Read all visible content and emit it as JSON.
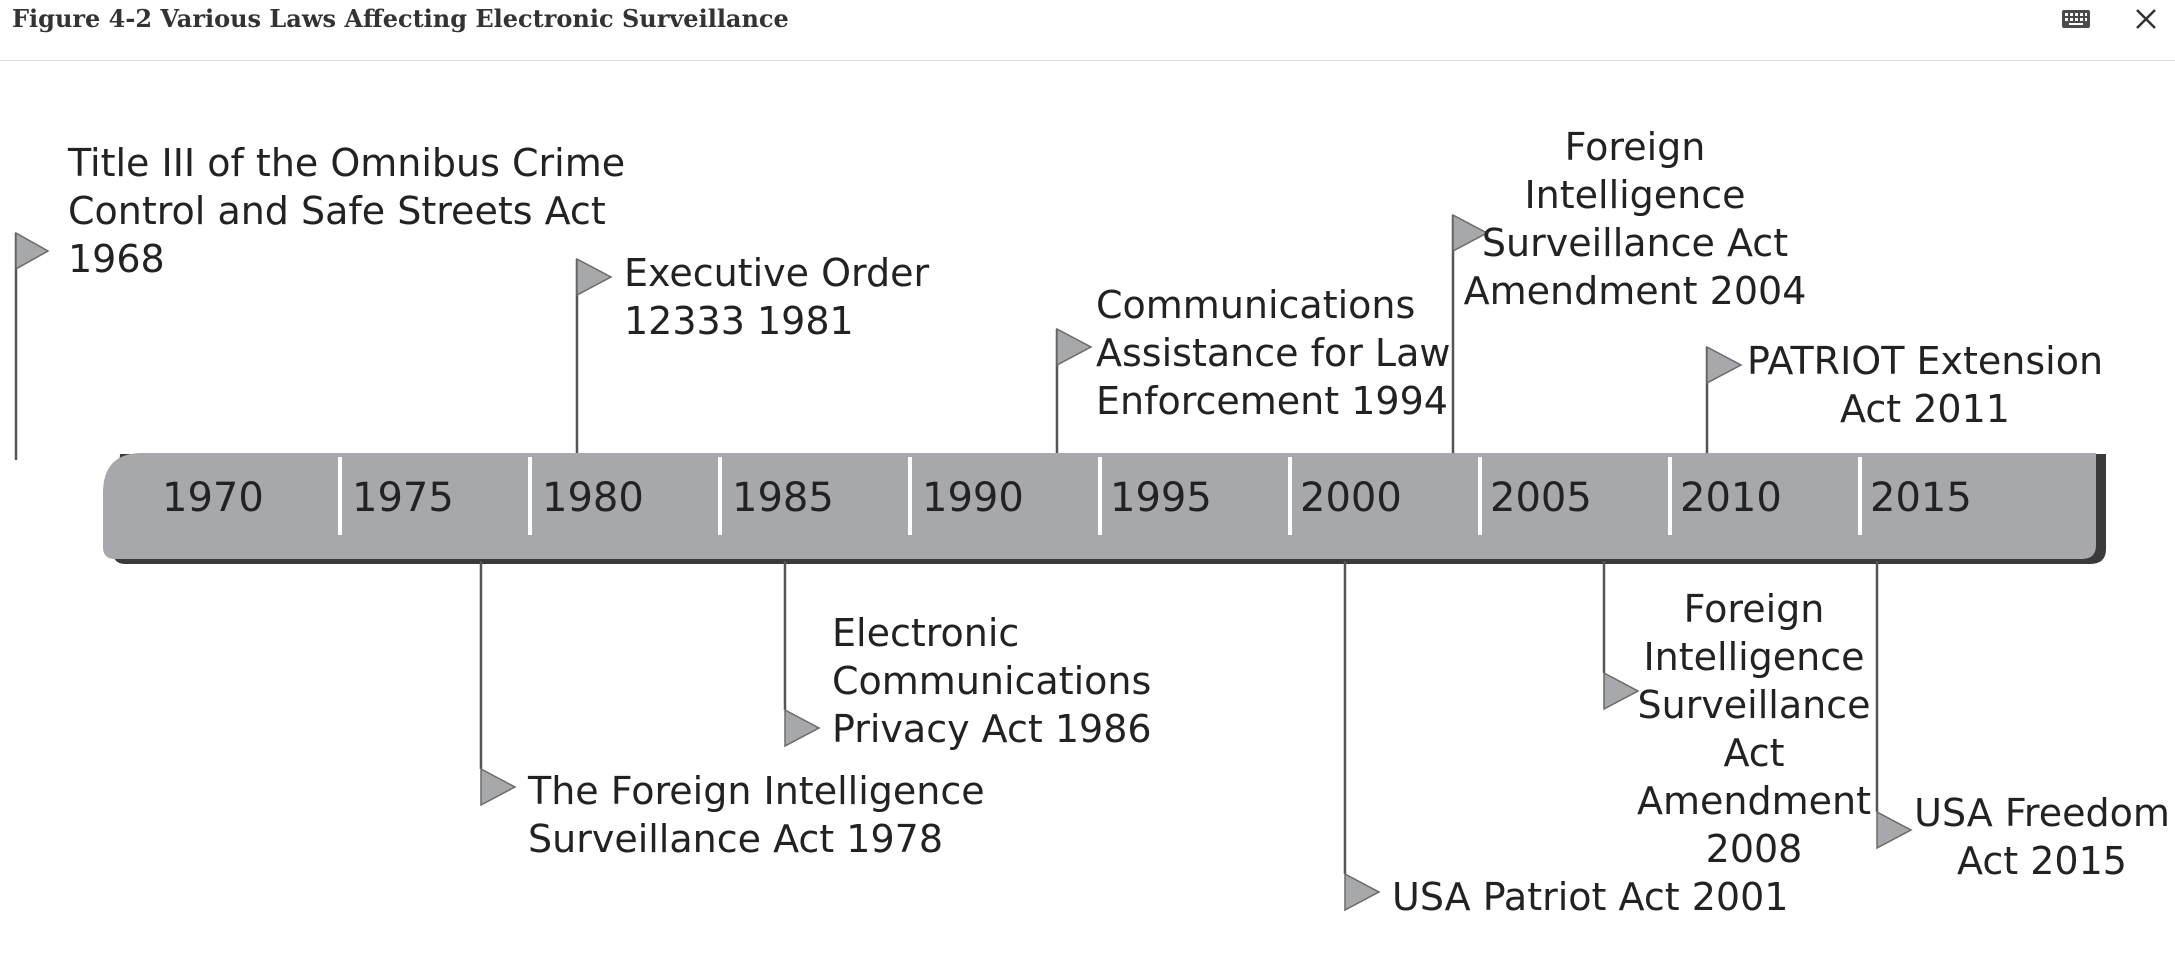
{
  "header": {
    "title": "Figure 4-2 Various Laws Affecting Electronic Surveillance",
    "keyboard_icon": "keyboard-icon",
    "close_icon": "close-icon"
  },
  "timeline": {
    "years": [
      "1970",
      "1975",
      "1980",
      "1985",
      "1990",
      "1995",
      "2000",
      "2005",
      "2010",
      "2015"
    ],
    "bar_color": "#a7a8ab",
    "flag_color": "#a7a8ab"
  },
  "events": {
    "title3": "Title III of the Omnibus Crime\nControl and Safe Streets Act\n1968",
    "fisa1978": "The Foreign Intelligence\nSurveillance Act 1978",
    "eo12333": "Executive Order\n12333 1981",
    "ecpa1986": "Electronic\nCommunications\nPrivacy Act 1986",
    "calea1994": "Communications\nAssistance for Law\nEnforcement 1994",
    "patriot2001": "USA Patriot Act 2001",
    "fisa2004": "Foreign\nIntelligence\nSurveillance Act\nAmendment 2004",
    "fisa2008": "Foreign\nIntelligence\nSurveillance\nAct\nAmendment\n2008",
    "patriot2011": "PATRIOT Extension\nAct 2011",
    "freedom2015": "USA Freedom\nAct 2015"
  }
}
